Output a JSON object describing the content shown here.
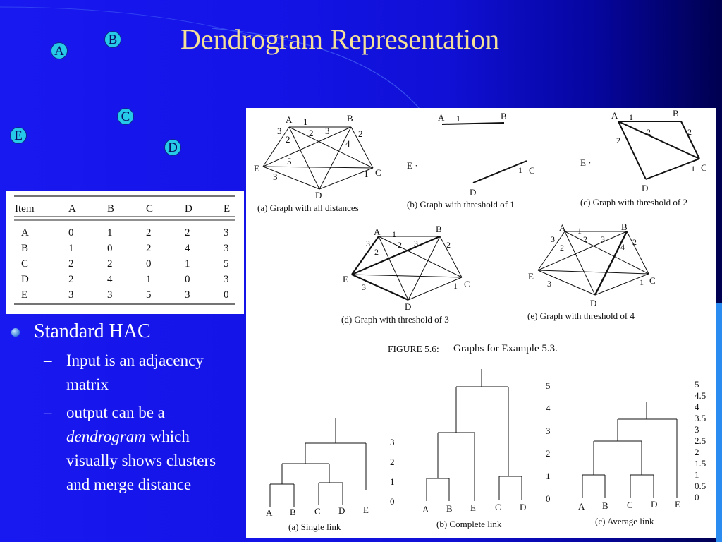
{
  "slide": {
    "title": "Dendrogram Representation",
    "nodes": [
      "A",
      "B",
      "C",
      "D",
      "E"
    ]
  },
  "table": {
    "header": [
      "Item",
      "A",
      "B",
      "C",
      "D",
      "E"
    ],
    "rows": [
      [
        "A",
        "0",
        "1",
        "2",
        "2",
        "3"
      ],
      [
        "B",
        "1",
        "0",
        "2",
        "4",
        "3"
      ],
      [
        "C",
        "2",
        "2",
        "0",
        "1",
        "5"
      ],
      [
        "D",
        "2",
        "4",
        "1",
        "0",
        "3"
      ],
      [
        "E",
        "3",
        "3",
        "5",
        "3",
        "0"
      ]
    ]
  },
  "bullets": {
    "main": "Standard HAC",
    "sub1": "Input is an adjacency matrix",
    "sub2_pre": "output can be a",
    "sub2_em": "dendrogram",
    "sub2_post": "which visually shows clusters and merge distance"
  },
  "figure": {
    "caption_label": "FIGURE 5.6:",
    "caption_text": "Graphs for Example 5.3.",
    "graph_captions": {
      "a": "(a) Graph with all distances",
      "b": "(b) Graph with threshold of 1",
      "c": "(c) Graph with threshold of 2",
      "d": "(d) Graph with threshold of 3",
      "e": "(e) Graph with threshold of 4"
    },
    "dendro_captions": {
      "a": "(a) Single link",
      "b": "(b) Complete link",
      "c": "(c) Average link"
    },
    "dendro_a": {
      "leaves": [
        "A",
        "B",
        "C",
        "D",
        "E"
      ],
      "scale": [
        "3",
        "2",
        "1",
        "0"
      ]
    },
    "dendro_b": {
      "leaves": [
        "A",
        "B",
        "E",
        "C",
        "D"
      ],
      "scale": [
        "5",
        "4",
        "3",
        "2",
        "1",
        "0"
      ]
    },
    "dendro_c": {
      "leaves": [
        "A",
        "B",
        "C",
        "D",
        "E"
      ],
      "scale": [
        "5",
        "4.5",
        "4",
        "3.5",
        "3",
        "2.5",
        "2",
        "1.5",
        "1",
        "0.5",
        "0"
      ]
    }
  }
}
